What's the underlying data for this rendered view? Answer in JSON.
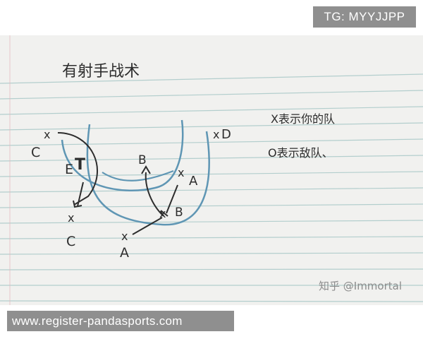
{
  "top_badge": {
    "text": "TG: MYYJJPP"
  },
  "note": {
    "title": "有射手战术",
    "legend": {
      "line1": "X表示你的队",
      "line2": "O表示敌队、"
    },
    "labels": {
      "c_top": "C",
      "c_bottom": "C",
      "e": "E",
      "b_top": "B",
      "b_right": "B",
      "a_right": "A",
      "a_bottom": "A",
      "d": "D",
      "x": "X",
      "x_small": "x"
    }
  },
  "watermark": {
    "text": "知乎 @Immortal"
  },
  "url_banner": {
    "text": "www.register-pandasports.com"
  },
  "colors": {
    "background": "#ffffff",
    "paper": "#f1f1ef",
    "ruled_line": "#a9c9c8",
    "margin_line": "#e2b8bd",
    "blue_curve": "#5f96b4",
    "ink": "#2d2d2d",
    "banner_bg": "#8f8f8f",
    "banner_text": "#ffffff"
  }
}
